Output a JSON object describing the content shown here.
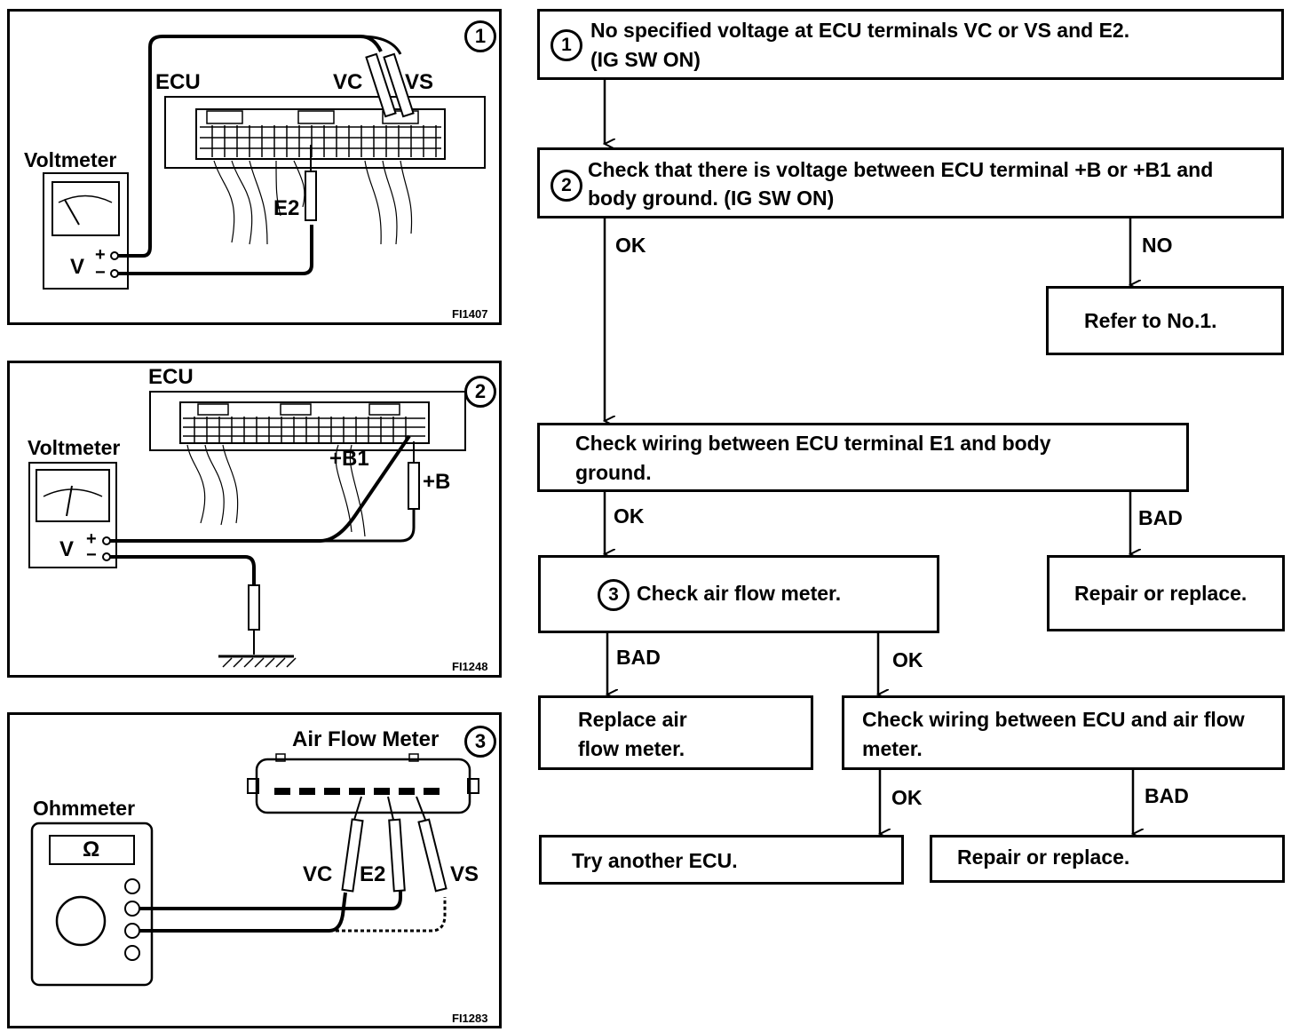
{
  "panels": [
    {
      "number": "1",
      "ecu_label": "ECU",
      "meter_label": "Voltmeter",
      "probe_labels": [
        "VC",
        "VS",
        "E2"
      ],
      "meter_terminals": [
        "V",
        "+",
        "−"
      ],
      "code": "FI1407"
    },
    {
      "number": "2",
      "ecu_label": "ECU",
      "meter_label": "Voltmeter",
      "probe_labels": [
        "+B1",
        "+B"
      ],
      "meter_terminals": [
        "V",
        "+",
        "−"
      ],
      "code": "FI1248"
    },
    {
      "number": "3",
      "component_label": "Air Flow Meter",
      "meter_label": "Ohmmeter",
      "meter_symbol": "Ω",
      "probe_labels": [
        "VC",
        "E2",
        "VS"
      ],
      "code": "FI1283"
    }
  ],
  "flowchart": {
    "step1": {
      "number": "1",
      "line1": "No specified voltage at ECU terminals VC or VS and E2.",
      "line2": "(IG SW ON)"
    },
    "step2": {
      "number": "2",
      "line1": "Check that there is voltage between ECU terminal +B or +B1 and",
      "line2": "body ground. (IG SW ON)"
    },
    "refer": "Refer to No.1.",
    "wiring_e1": {
      "line1": "Check wiring between ECU terminal E1 and body",
      "line2": "ground."
    },
    "step3": {
      "number": "3",
      "text": "Check air flow meter."
    },
    "repair1": "Repair or replace.",
    "replace_afm": {
      "line1": "Replace air",
      "line2": "flow meter."
    },
    "wiring_afm": {
      "line1": "Check wiring between ECU and air flow",
      "line2": "meter."
    },
    "try_ecu": "Try another ECU.",
    "repair2": "Repair or replace.",
    "edges": {
      "s2_ok": "OK",
      "s2_no": "NO",
      "e1_ok": "OK",
      "e1_bad": "BAD",
      "s3_bad": "BAD",
      "s3_ok": "OK",
      "afm_ok": "OK",
      "afm_bad": "BAD"
    }
  }
}
